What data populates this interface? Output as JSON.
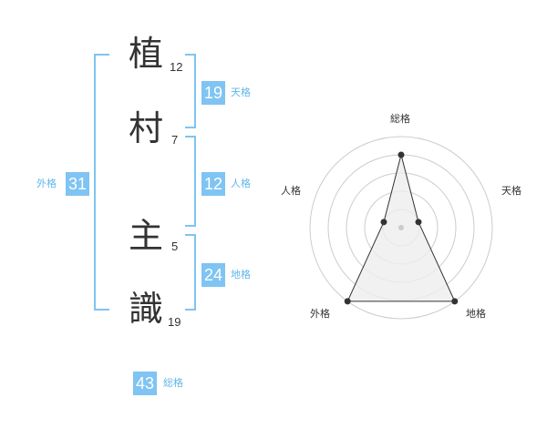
{
  "chars": [
    {
      "char": "植",
      "strokes": "12"
    },
    {
      "char": "村",
      "strokes": "7"
    },
    {
      "char": "主",
      "strokes": "5"
    },
    {
      "char": "識",
      "strokes": "19"
    }
  ],
  "kaku": {
    "ten": {
      "value": "19",
      "label": "天格"
    },
    "jin": {
      "value": "12",
      "label": "人格"
    },
    "chi": {
      "value": "24",
      "label": "地格"
    },
    "gai": {
      "value": "31",
      "label": "外格"
    },
    "sou": {
      "value": "43",
      "label": "総格"
    }
  },
  "radar": {
    "labels": {
      "top": "総格",
      "right_top": "天格",
      "left_top": "人格",
      "left_bottom": "外格",
      "right_bottom": "地格"
    },
    "levels": 5,
    "values": {
      "sou": 0.8,
      "ten": 0.2,
      "chi": 1.0,
      "gai": 1.0,
      "jin": 0.2
    }
  },
  "colors": {
    "accent": "#7fc4f2",
    "bracket": "#7fc4f2",
    "text": "#333333",
    "grid": "#cccccc",
    "fill": "#eeeeee"
  }
}
